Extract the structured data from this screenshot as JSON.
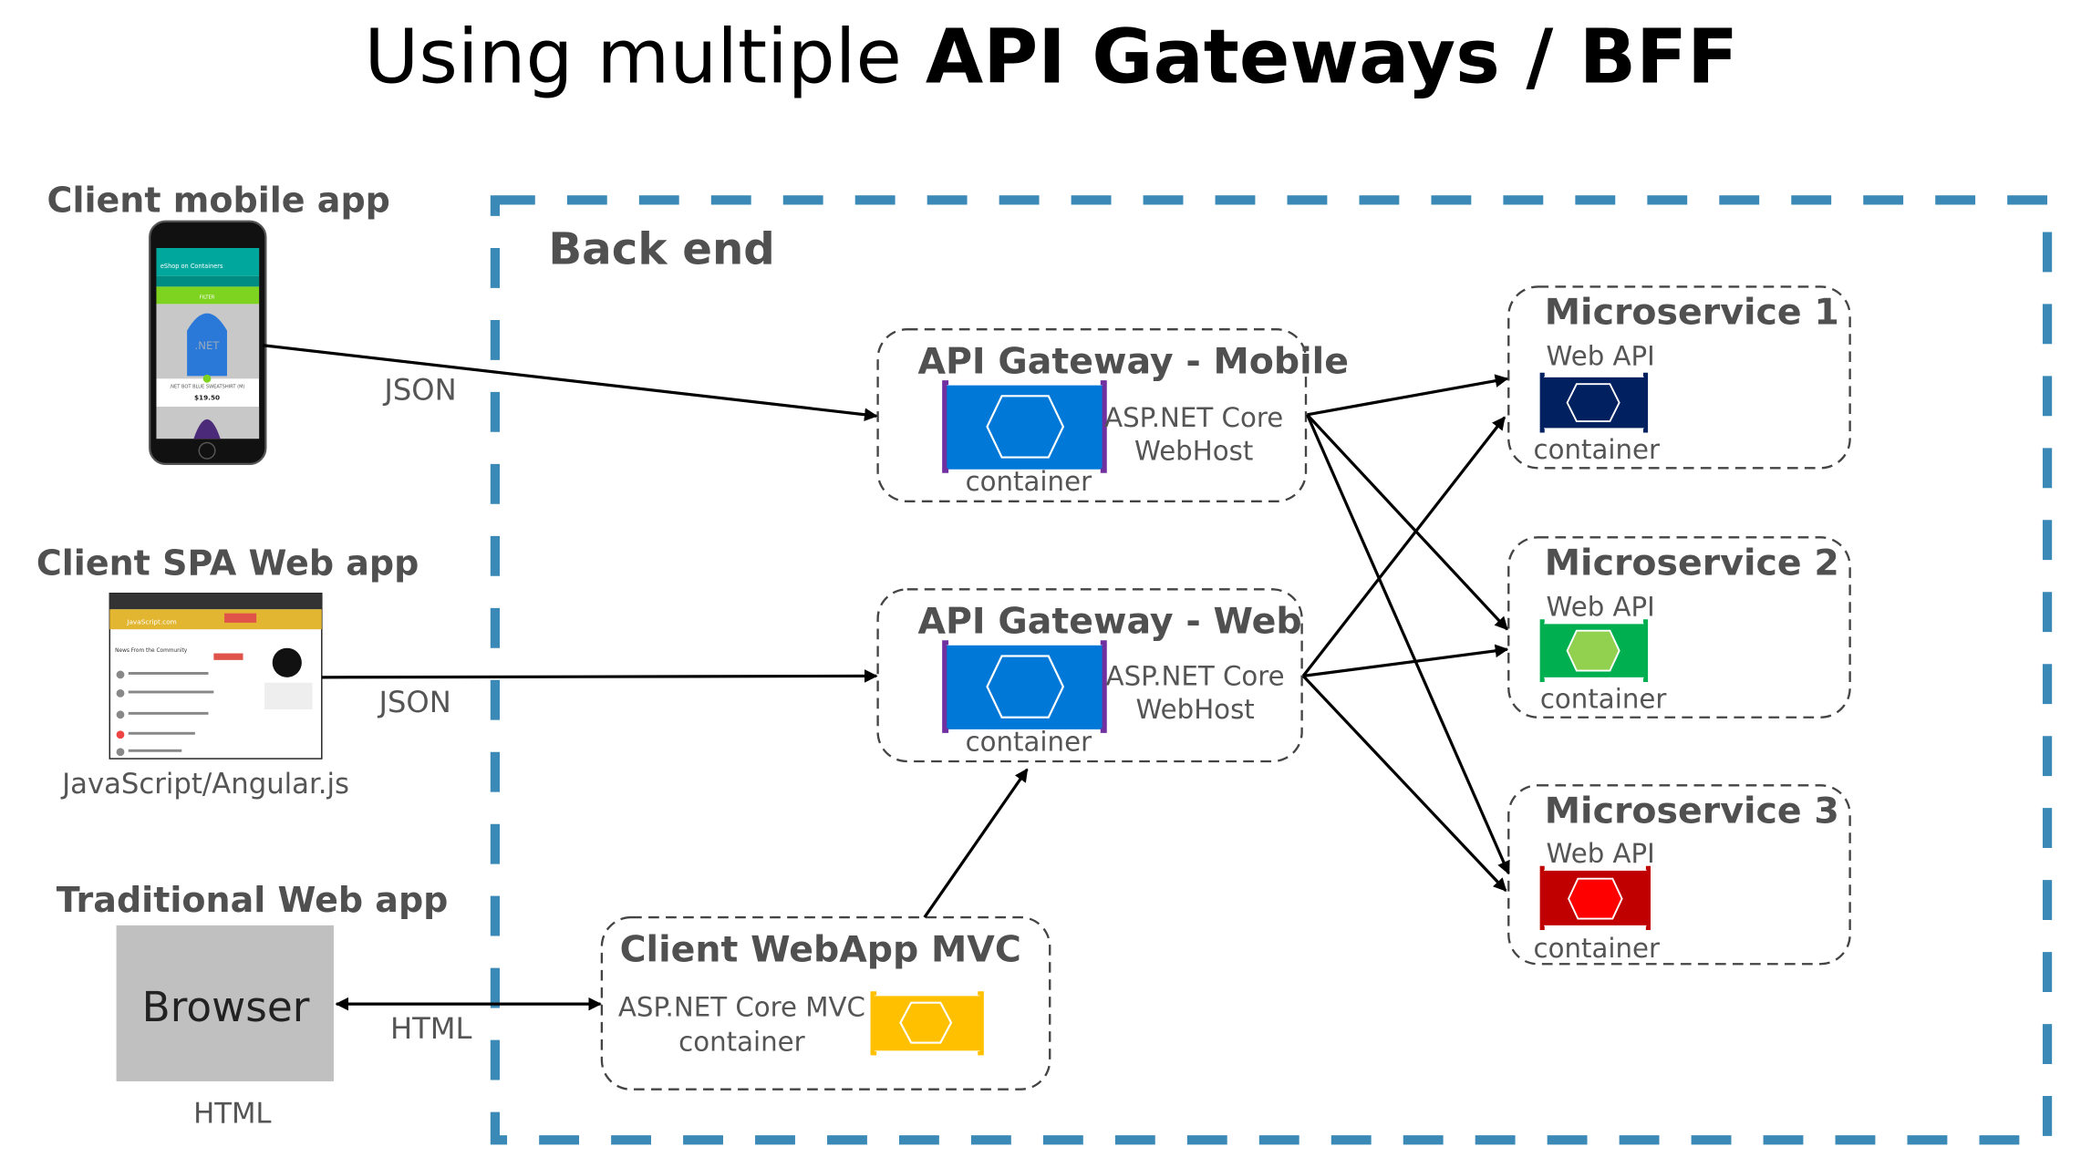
{
  "title": {
    "normal": "Using multiple ",
    "bold": "API Gateways / BFF"
  },
  "backend": {
    "label": "Back end",
    "border_color": "#3a89b6"
  },
  "clients": {
    "mobile": {
      "label": "Client mobile app",
      "protocol": "JSON",
      "screen": {
        "app_title": "eShop on Containers",
        "filter": "FILTER",
        "product": ".NET BOT BLUE SWEATSHIRT (M)",
        "price": "$19.50",
        "logo": ".NET"
      }
    },
    "spa": {
      "label": "Client SPA Web app",
      "protocol": "JSON",
      "caption": "JavaScript/Angular.js",
      "screen": {
        "site": "JavaScript.com",
        "heading": "News From the Community"
      }
    },
    "traditional": {
      "label": "Traditional Web app",
      "browser": "Browser",
      "protocol": "HTML",
      "caption": "HTML"
    }
  },
  "gateways": [
    {
      "title": "API Gateway - Mobile",
      "tech_line1": "ASP.NET Core",
      "tech_line2": "WebHost",
      "container": "container",
      "color": "#0078d7",
      "bracket_color": "#7030a0"
    },
    {
      "title": "API Gateway - Web",
      "tech_line1": "ASP.NET Core",
      "tech_line2": "WebHost",
      "container": "container",
      "color": "#0078d7",
      "bracket_color": "#7030a0"
    }
  ],
  "mvc": {
    "title": "Client WebApp MVC",
    "tech_line1": "ASP.NET Core MVC",
    "tech_line2": "container",
    "color": "#ffc000"
  },
  "microservices": [
    {
      "title": "Microservice 1",
      "api": "Web API",
      "container": "container",
      "color": "#002060",
      "hex_color": "#002060"
    },
    {
      "title": "Microservice 2",
      "api": "Web API",
      "container": "container",
      "color": "#00b050",
      "hex_color": "#92d050"
    },
    {
      "title": "Microservice 3",
      "api": "Web API",
      "container": "container",
      "color": "#c00000",
      "hex_color": "#ff0000"
    }
  ]
}
